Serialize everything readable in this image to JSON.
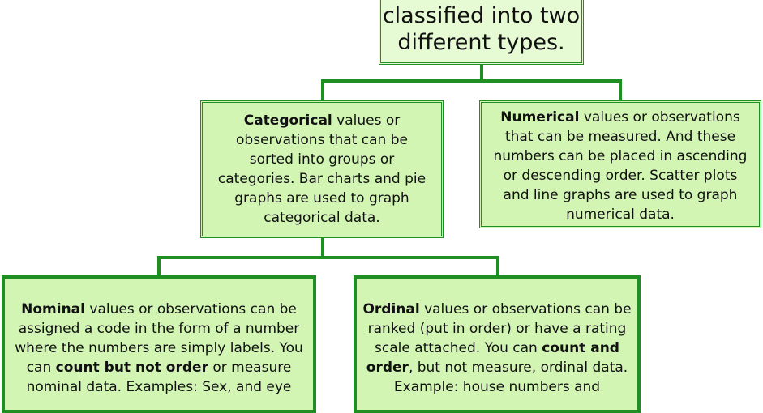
{
  "root": {
    "line1": "classified into two",
    "line2": "different types."
  },
  "categorical": {
    "term": "Categorical",
    "text": " values or observations that can be sorted into groups or categories. Bar charts and pie graphs are used to graph categorical data."
  },
  "numerical": {
    "term": "Numerical",
    "text": " values or observations that can be measured.  And these numbers can be placed in ascending or descending order.  Scatter plots and line graphs are used to graph numerical data."
  },
  "nominal": {
    "term": "Nominal",
    "text1": " values or observations can be assigned a code in the form of a number where the numbers are simply labels. You can ",
    "bold": "count but not order",
    "text2": " or measure nominal data. Examples: Sex, and eye"
  },
  "ordinal": {
    "term": "Ordinal",
    "text1": " values or observations can be ranked (put in order) or have a rating scale attached. You can ",
    "bold": "count and order",
    "text2": ", but not measure, ordinal data. Example: house numbers and"
  }
}
